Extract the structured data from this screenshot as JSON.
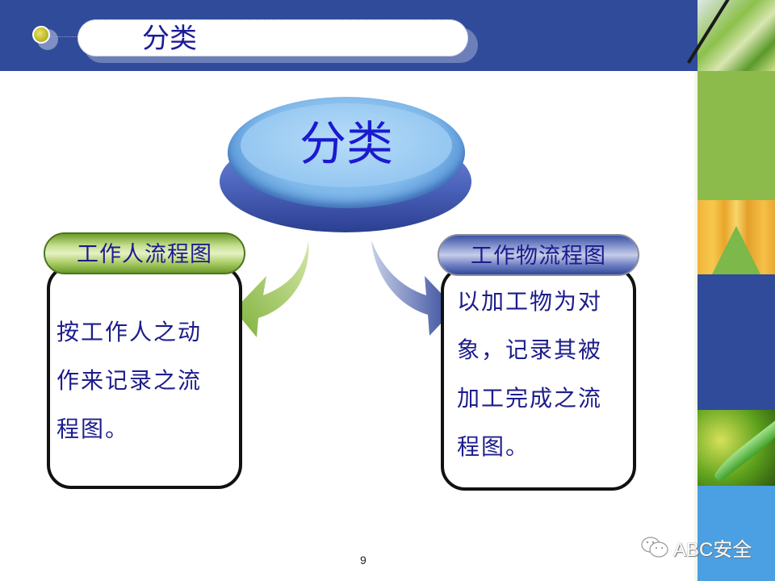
{
  "slide": {
    "header_title": "分类",
    "center_label": "分类",
    "page_number": "9"
  },
  "left_branch": {
    "title": "工作人流程图",
    "lines": [
      "按工作人之动",
      "作来记录之流",
      "程图。"
    ],
    "accent_color": "#8dbb4b"
  },
  "right_branch": {
    "title": "工作物流程图",
    "lines": [
      "以加工物为对",
      "象，记录其被",
      "加工完成之流",
      "程图。"
    ],
    "accent_color": "#3d54a5"
  },
  "watermark": {
    "icon": "wechat-icon",
    "text": "ABC安全"
  },
  "colors": {
    "header_band": "#2f4b9a",
    "text_dark_blue": "#1c1c8c",
    "disc_blue": "#7fb8ea",
    "strip_green": "#8dbb4b",
    "strip_light_blue": "#4aa0e3"
  }
}
